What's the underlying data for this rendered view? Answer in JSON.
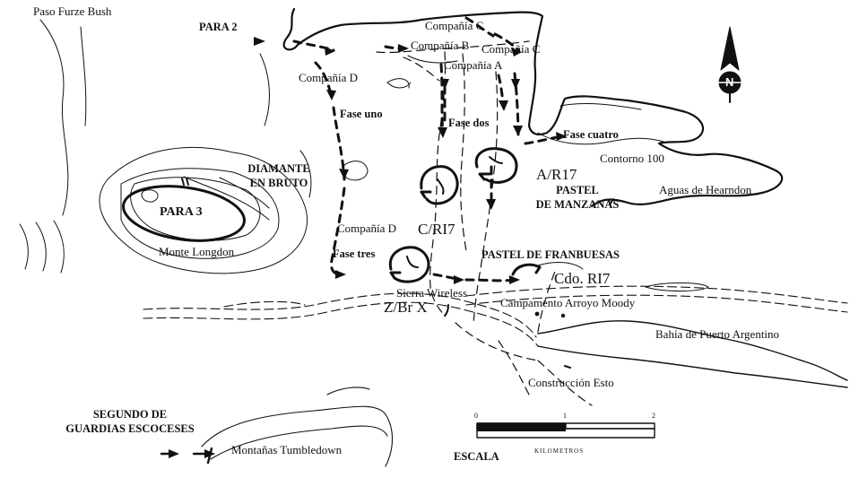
{
  "places": {
    "paso_furze": "Paso Furze Bush",
    "monte_longdon": "Monte Longdon",
    "aguas_hearndon": "Aguas de Hearndon",
    "contorno": "Contorno 100",
    "sierra_wireless": "Sierra Wireless",
    "campamento": "Campamento Arroyo Moody",
    "bahia": "Bahía de Puerto Argentino",
    "construccion": "Construcción Esto",
    "tumbledown": "Montañas Tumbledown"
  },
  "units": {
    "para2": "PARA 2",
    "para3": "PARA 3",
    "cia_c_top": "Compañía C",
    "cia_b": "Compañía B",
    "cia_c_right": "Compañía C",
    "cia_a": "Compañía A",
    "cia_d_top": "Compañía D",
    "cia_d_bottom": "Compañía D",
    "ar17": "A/R17",
    "cri7": "C/RI7",
    "cdo_ri7": "Cdo. RI7",
    "zbr_x": "Z/Br X",
    "guardias_line1": "SEGUNDO DE",
    "guardias_line2": "GUARDIAS ESCOCESES"
  },
  "phases": {
    "uno": "Fase uno",
    "dos": "Fase dos",
    "tres": "Fase tres",
    "cuatro": "Fase cuatro"
  },
  "objectives": {
    "diamante_line1": "DIAMANTE",
    "diamante_line2": "EN BRUTO",
    "pastel_manzanas_line1": "PASTEL",
    "pastel_manzanas_line2": "DE MANZANAS",
    "pastel_franbuesas": "PASTEL DE FRANBUESAS"
  },
  "scale": {
    "title": "ESCALA",
    "unit": "KILOMETROS",
    "ticks": [
      "0",
      "1",
      "2"
    ]
  },
  "compass": {
    "north_label": "N"
  },
  "colors": {
    "ink": "#111111",
    "paper": "#ffffff"
  }
}
